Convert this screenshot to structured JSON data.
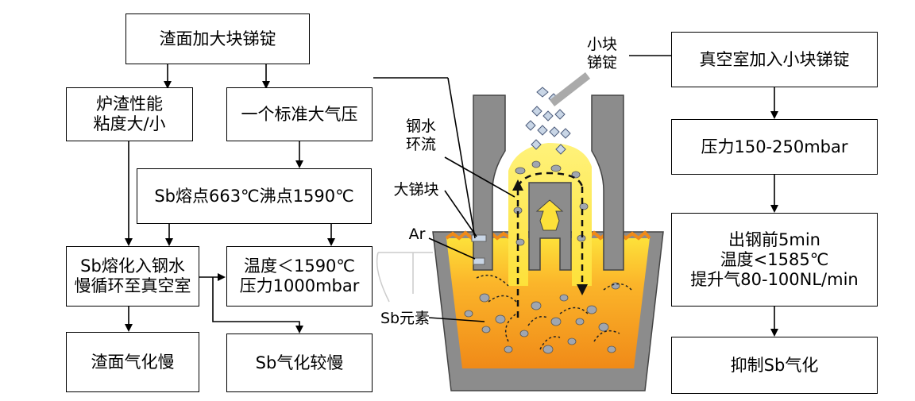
{
  "left": {
    "slag_big_ingot": "渣面加大块锑锭",
    "slag_viscosity": "炉渣性能\n粘度大/小",
    "standard_atm": "一个标准大气压",
    "sb_points": "Sb熔点663℃沸点1590℃",
    "sb_melt_circulate": "Sb熔化入钢水\n慢循环至真空室",
    "temp_pressure": "温度＜1590℃\n压力1000mbar",
    "slag_vaporize_slow": "渣面气化慢",
    "sb_vaporize_slower": "Sb气化较慢"
  },
  "right": {
    "vacuum_small_ingot": "真空室加入小块锑锭",
    "pressure": "压力150-250mbar",
    "conditions": "出钢前5min\n温度<1585℃\n提升气80-100NL/min",
    "suppress": "抑制Sb气化"
  },
  "labels": {
    "small_ingot": "小块\n锑锭",
    "steel_circulation": "钢水\n环流",
    "big_ingot": "大锑块",
    "argon": "Ar",
    "sb_element": "Sb元素"
  },
  "colors": {
    "refractory": "#8c8c8c",
    "steel_orange": "#f59a1e",
    "steel_yellow": "#fde13a",
    "particle": "#a0a6b0",
    "ingot": "#c9d6e6"
  }
}
